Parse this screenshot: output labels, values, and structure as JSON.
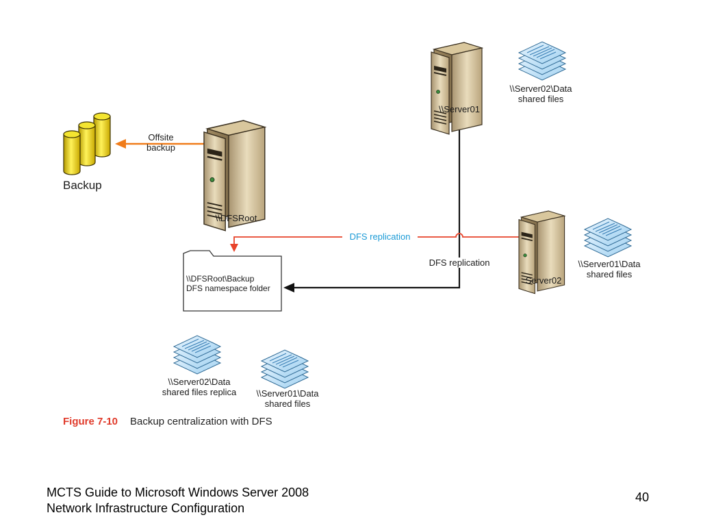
{
  "diagram": {
    "nodes": {
      "server01": {
        "label": "\\\\Server01"
      },
      "server01_share": {
        "line1": "\\\\Server02\\Data",
        "line2": "shared files"
      },
      "dfsroot": {
        "label": "\\\\DFSRoot"
      },
      "backup": {
        "label": "Backup"
      },
      "offsite": {
        "line1": "Offsite",
        "line2": "backup"
      },
      "server02": {
        "label": "Server02"
      },
      "server02_share": {
        "line1": "\\\\Server01\\Data",
        "line2": "shared files"
      },
      "folder": {
        "line1": "\\\\DFSRoot\\Backup",
        "line2": "DFS namespace folder"
      },
      "replica1": {
        "line1": "\\\\Server02\\Data",
        "line2": "shared files replica"
      },
      "replica2": {
        "line1": "\\\\Server01\\Data",
        "line2": "shared files"
      }
    },
    "edges": {
      "dfs_replication_blue": "DFS replication",
      "dfs_replication_black": "DFS replication"
    },
    "colors": {
      "orange": "#f07c1a",
      "red": "#e8432a",
      "black": "#111111",
      "label_blue": "#1a9ad6",
      "caption_red": "#e03a2a"
    }
  },
  "caption": {
    "number": "Figure 7-10",
    "text": "Backup centralization with DFS"
  },
  "footer": {
    "line1": "MCTS Guide to Microsoft Windows Server 2008",
    "line2": "Network Infrastructure Configuration",
    "page": "40"
  }
}
